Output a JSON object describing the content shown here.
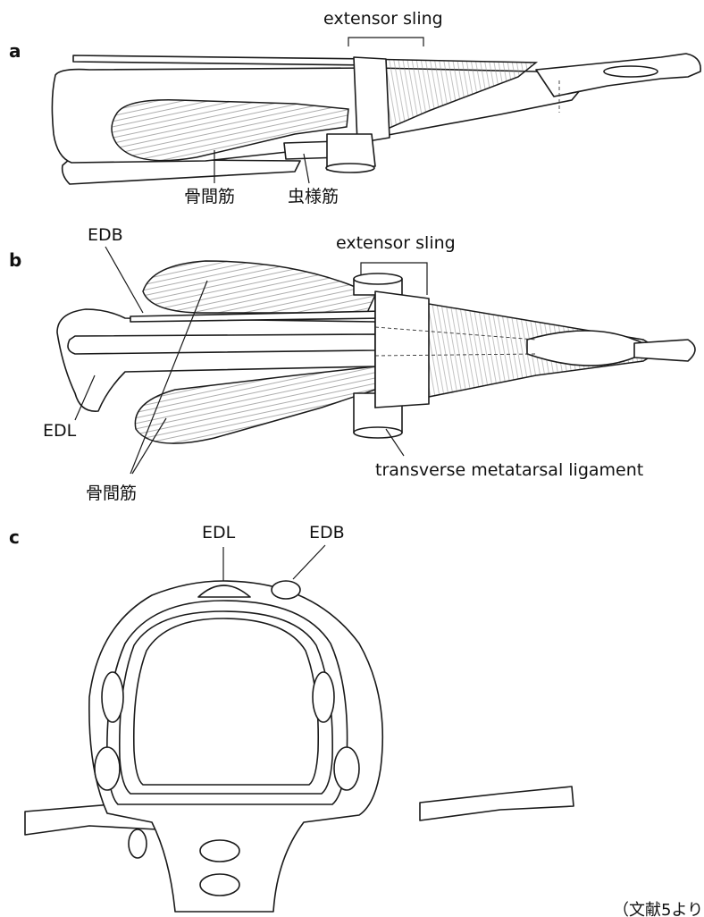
{
  "panels": {
    "a": {
      "letter": "a",
      "extensor_sling": "extensor sling",
      "interossei": "骨間筋",
      "lumbrical": "虫様筋"
    },
    "b": {
      "letter": "b",
      "edb": "EDB",
      "extensor_sling": "extensor sling",
      "edl": "EDL",
      "interossei": "骨間筋",
      "transverse_ligament": "transverse metatarsal ligament"
    },
    "c": {
      "letter": "c",
      "edl": "EDL",
      "edb": "EDB"
    }
  },
  "citation": "（文献5より"
}
